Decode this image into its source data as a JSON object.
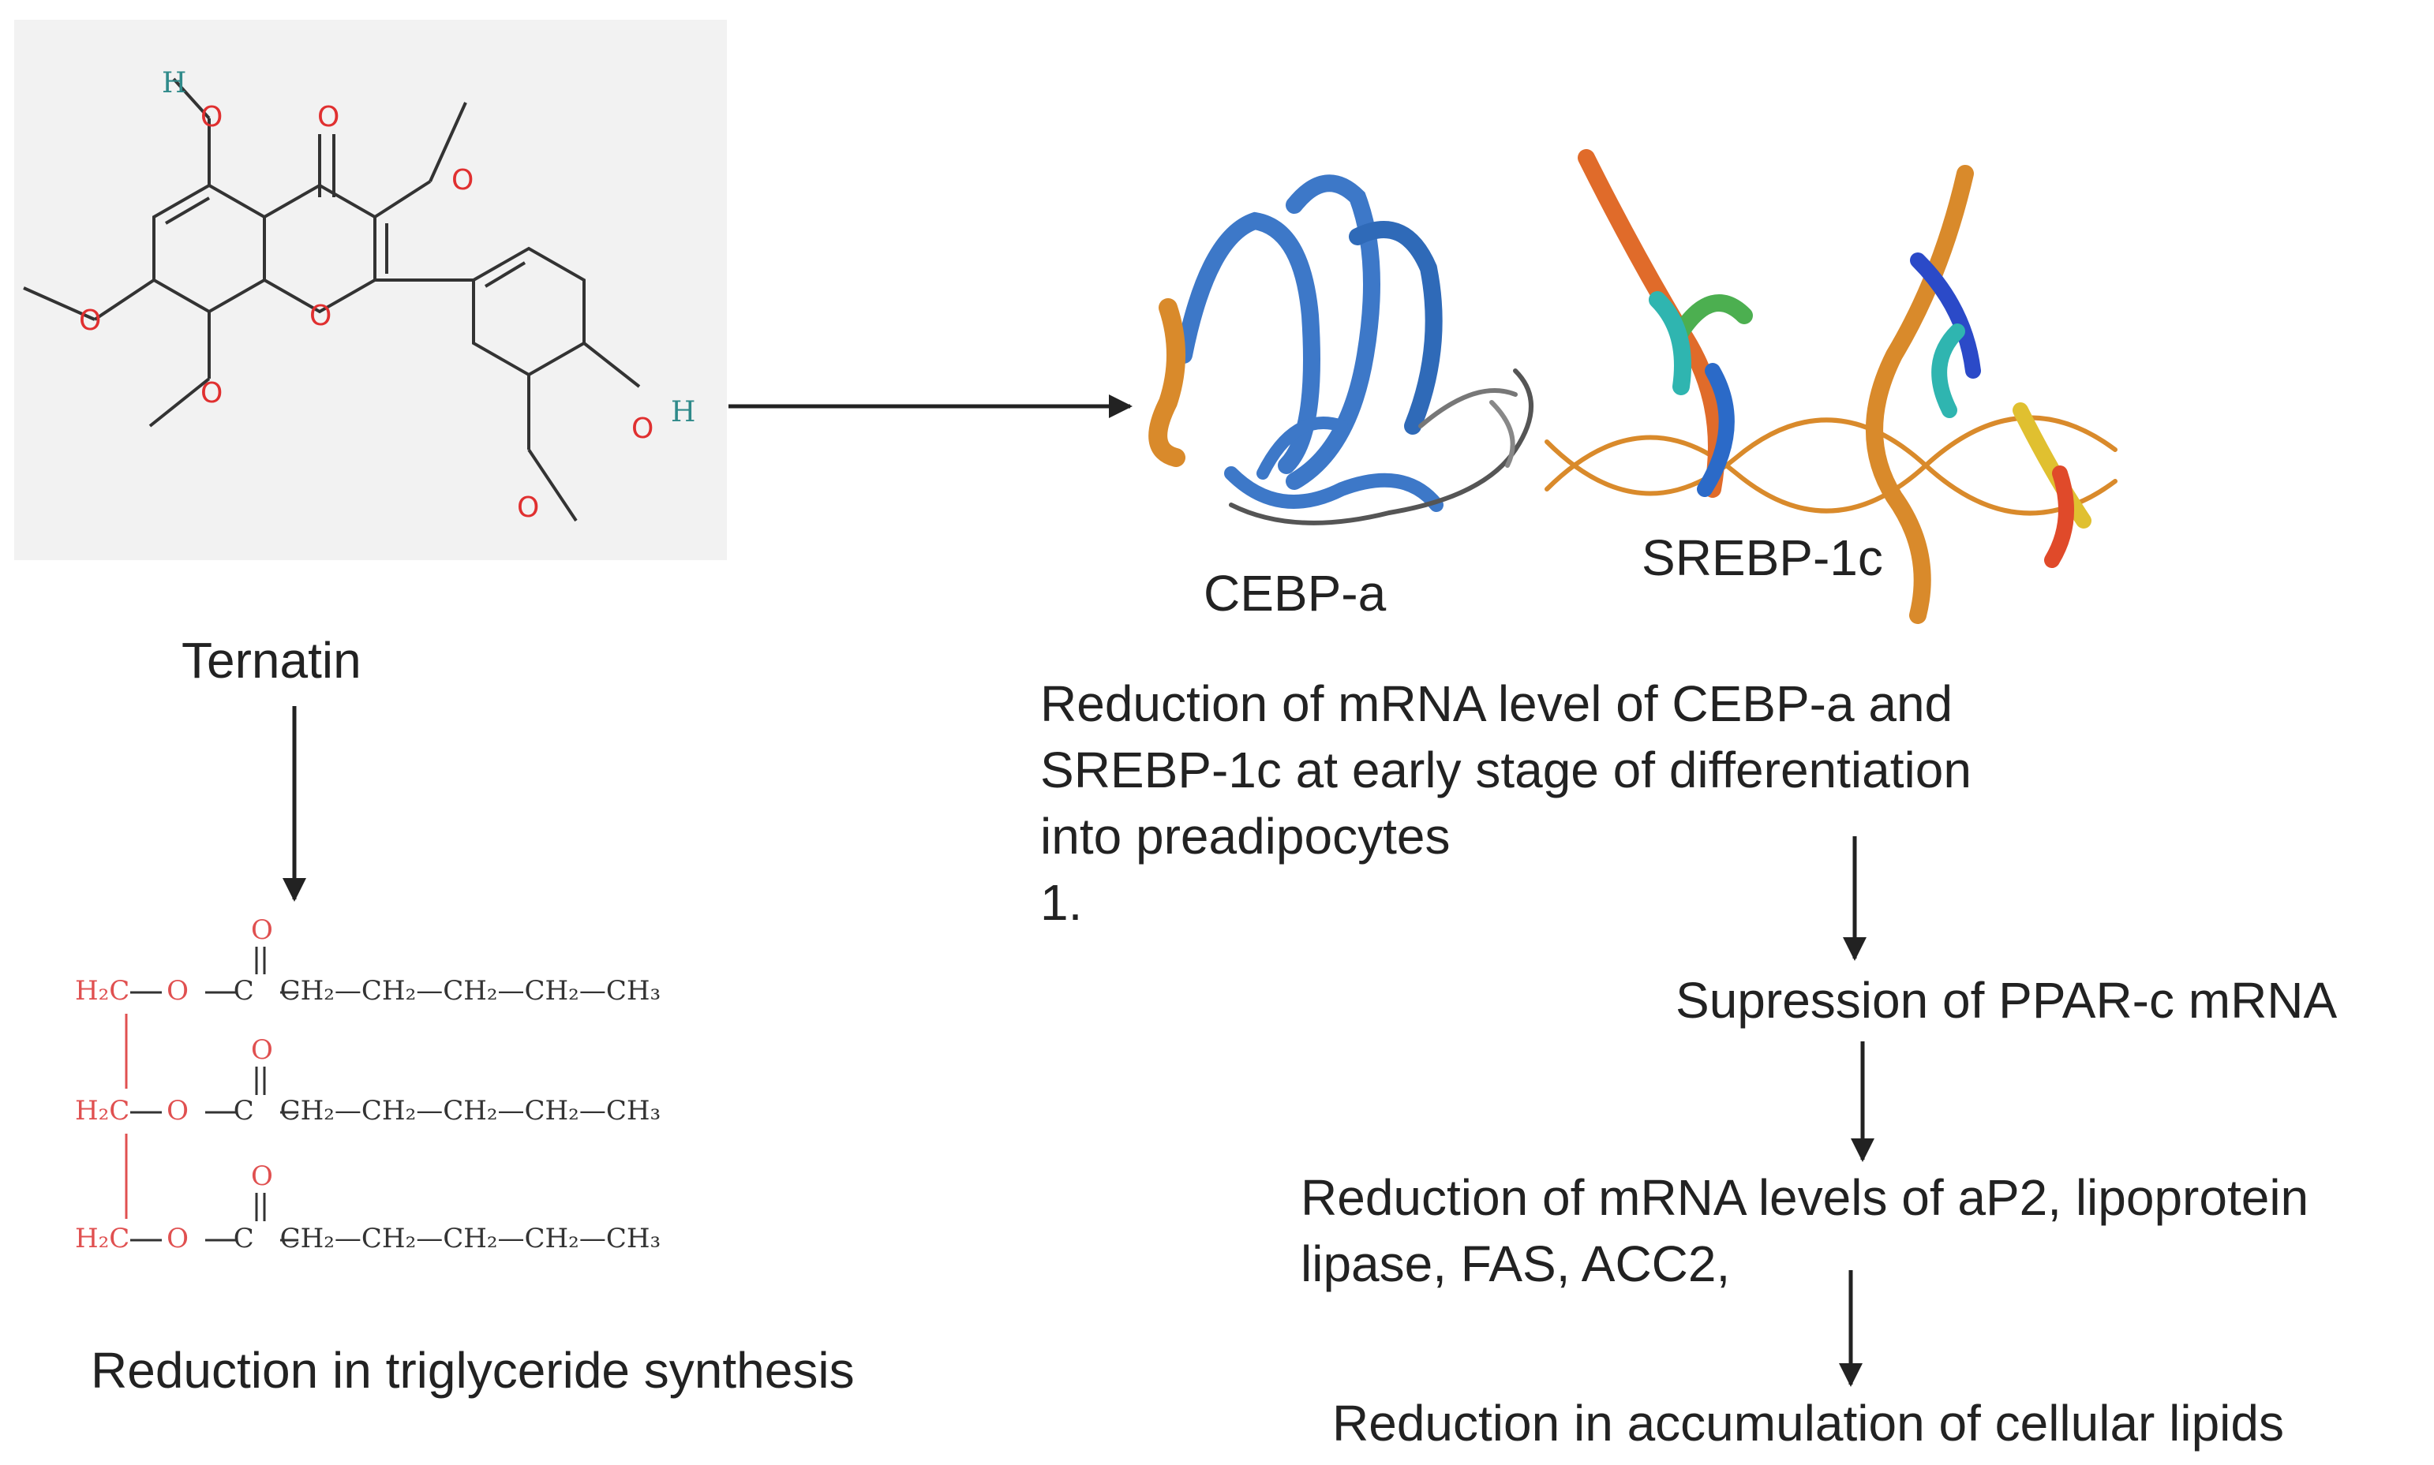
{
  "molecule": {
    "name": "Ternatin",
    "atoms": {
      "h_top": "H",
      "h_right": "H",
      "o": "O"
    }
  },
  "proteins": {
    "left": "CEBP-a",
    "right": "SREBP-1c"
  },
  "triglyceride": {
    "h2c": "H₂C",
    "o": "O",
    "c": "C",
    "ch2": "CH₂",
    "ch3": "CH₃"
  },
  "captions": {
    "triglyceride": "Reduction in triglyceride synthesis",
    "mrna_line1": "Reduction of mRNA level of CEBP-a  and",
    "mrna_line2": "SREBP-1c at early stage of differentiation",
    "mrna_line3": "into preadipocytes",
    "mrna_line4": "1.",
    "ppar": "Supression of PPAR-c mRNA",
    "ap2_line1": "Reduction of mRNA levels of aP2, lipoprotein",
    "ap2_line2": "lipase, FAS, ACC2,",
    "lipids": "Reduction in accumulation of cellular lipids"
  },
  "colors": {
    "accent_red": "#e05050",
    "protein_blue": "#3d78c8",
    "protein_orange": "#d98a2b",
    "text": "#222222"
  }
}
